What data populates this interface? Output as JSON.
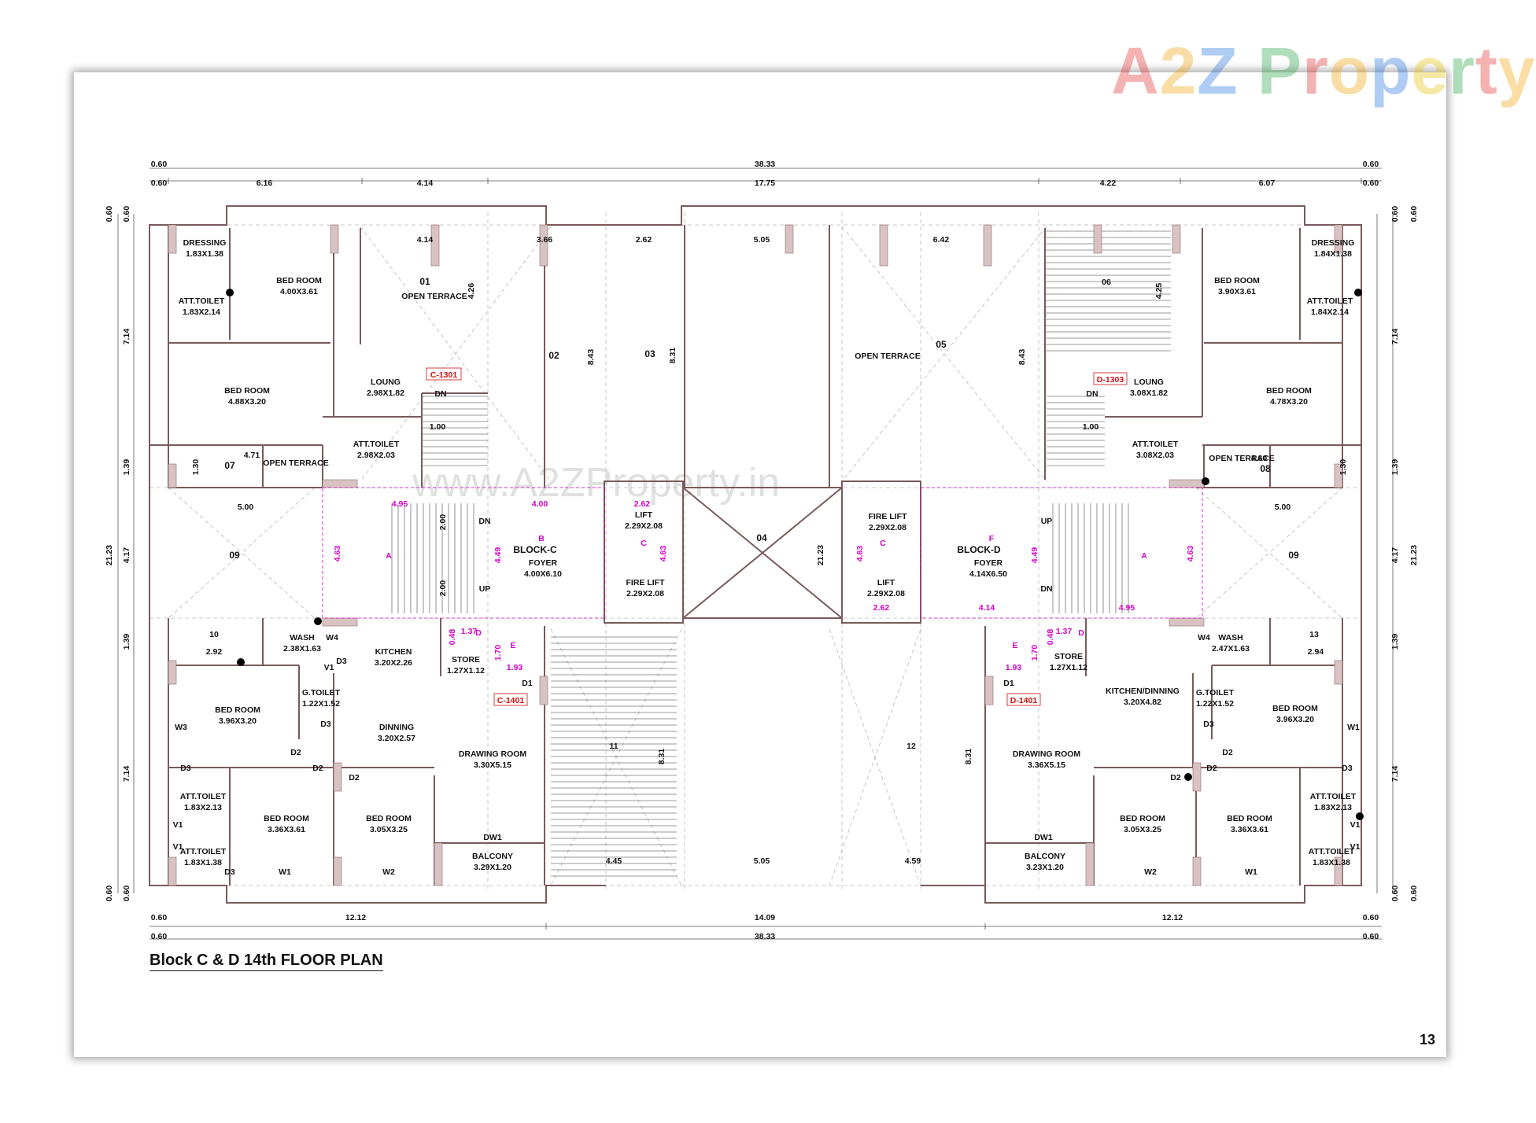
{
  "logo": {
    "text": "A2Z Property",
    "colors": [
      "#e02424",
      "#f0a000",
      "#1e6fe0",
      "#e8c000",
      "#20a040"
    ]
  },
  "watermark": "www.A2ZProperty.in",
  "caption": "Block C & D 14th FLOOR PLAN",
  "page_number": "13",
  "block_c": {
    "upper": [
      {
        "name": "DRESSING",
        "size": "1.83X1.38"
      },
      {
        "name": "BED ROOM",
        "size": "4.00X3.61"
      },
      {
        "name": "ATT.TOILET",
        "size": "1.83X2.14"
      },
      {
        "name": "OPEN TERRACE",
        "tag": "01"
      },
      {
        "name": "BED ROOM",
        "size": "4.88X3.20"
      },
      {
        "name": "LOUNG",
        "size": "2.98X1.82"
      },
      {
        "name": "ATT.TOILET",
        "size": "2.98X2.03"
      },
      {
        "name": "OPEN TERRACE",
        "tag": "07"
      }
    ],
    "unit_upper": "C-1301",
    "core": {
      "block": "BLOCK-C",
      "foyer": "FOYER",
      "foyer_size": "4.00X6.10",
      "lift": "LIFT",
      "lift_size": "2.29X2.08",
      "fire_lift": "FIRE LIFT",
      "fire_lift_size": "2.29X2.08"
    },
    "lower": [
      {
        "name": "WASH",
        "size": "2.38X1.63"
      },
      {
        "name": "KITCHEN",
        "size": "3.20X2.26"
      },
      {
        "name": "STORE",
        "size": "1.27X1.12"
      },
      {
        "name": "BED ROOM",
        "size": "3.96X3.20"
      },
      {
        "name": "G.TOILET",
        "size": "1.22X1.52"
      },
      {
        "name": "DINNING",
        "size": "3.20X2.57"
      },
      {
        "name": "DRAWING ROOM",
        "size": "3.30X5.15"
      },
      {
        "name": "ATT.TOILET",
        "size": "1.83X2.13"
      },
      {
        "name": "BED ROOM",
        "size": "3.36X3.61"
      },
      {
        "name": "BED ROOM",
        "size": "3.05X3.25"
      },
      {
        "name": "ATT.TOILET",
        "size": "1.83X1.38"
      },
      {
        "name": "BALCONY",
        "size": "3.29X1.20"
      }
    ],
    "unit_lower": "C-1401"
  },
  "block_d": {
    "upper": [
      {
        "name": "DRESSING",
        "size": "1.84X1.38"
      },
      {
        "name": "BED ROOM",
        "size": "3.90X3.61"
      },
      {
        "name": "ATT.TOILET",
        "size": "1.84X2.14"
      },
      {
        "name": "OPEN TERRACE",
        "tag": "05"
      },
      {
        "name": "LOUNG",
        "size": "3.08X1.82"
      },
      {
        "name": "BED ROOM",
        "size": "4.78X3.20"
      },
      {
        "name": "ATT.TOILET",
        "size": "3.08X2.03"
      },
      {
        "name": "OPEN TERRACE",
        "tag": "08"
      }
    ],
    "unit_upper": "D-1303",
    "core": {
      "block": "BLOCK-D",
      "foyer": "FOYER",
      "foyer_size": "4.14X6.50",
      "lift": "LIFT",
      "lift_size": "2.29X2.08",
      "fire_lift": "FIRE LIFT",
      "fire_lift_size": "2.29X2.08"
    },
    "lower": [
      {
        "name": "WASH",
        "size": "2.47X1.63"
      },
      {
        "name": "STORE",
        "size": "1.27X1.12"
      },
      {
        "name": "KITCHEN/DINNING",
        "size": "3.20X4.82"
      },
      {
        "name": "G.TOILET",
        "size": "1.22X1.52"
      },
      {
        "name": "BED ROOM",
        "size": "3.96X3.20"
      },
      {
        "name": "DRAWING ROOM",
        "size": "3.36X5.15"
      },
      {
        "name": "ATT.TOILET",
        "size": "1.83X2.13"
      },
      {
        "name": "BED ROOM",
        "size": "3.05X3.25"
      },
      {
        "name": "BED ROOM",
        "size": "3.36X3.61"
      },
      {
        "name": "ATT.TOILET",
        "size": "1.83X1.38"
      },
      {
        "name": "BALCONY",
        "size": "3.23X1.20"
      }
    ],
    "unit_lower": "D-1401"
  },
  "dims": {
    "top_overall": "38.33",
    "top_segments": [
      "0.60",
      "6.16",
      "4.14",
      "17.75",
      "4.22",
      "6.07",
      "0.60"
    ],
    "bottom_segments": [
      "0.60",
      "12.12",
      "14.09",
      "12.12",
      "0.60"
    ],
    "bottom_overall": "38.33",
    "left_segments": [
      "0.60",
      "7.14",
      "1.39",
      "4.17",
      "1.39",
      "7.14",
      "0.60"
    ],
    "left_overall": "21.23",
    "right_segments": [
      "0.60",
      "7.14",
      "1.39",
      "4.17",
      "1.39",
      "7.14",
      "0.60"
    ],
    "right_overall": "21.23",
    "inner": [
      "4.14",
      "3.66",
      "2.62",
      "5.05",
      "6.42",
      "4.26",
      "8.43",
      "8.31",
      "8.43",
      "4.25",
      "4.71",
      "1.30",
      "1.00",
      "5.00",
      "21.23",
      "8.31",
      "4.45",
      "5.05",
      "4.59",
      "8.31",
      "2.92",
      "2.94",
      "4.60",
      "1.30",
      "1.00",
      "5.00",
      "2.00",
      "2.00"
    ],
    "magenta": [
      "4.95",
      "4.00",
      "2.62",
      "4.63",
      "4.49",
      "4.63",
      "1.37",
      "0.48",
      "1.70",
      "1.93",
      "4.63",
      "4.49",
      "4.63",
      "2.62",
      "4.14",
      "4.95",
      "1.37",
      "0.48",
      "1.70",
      "1.93"
    ],
    "tags": [
      "02",
      "03",
      "04",
      "06",
      "09",
      "09",
      "10",
      "11",
      "12",
      "13"
    ],
    "magenta_letters": [
      "A",
      "B",
      "C",
      "D",
      "E",
      "A",
      "C",
      "D",
      "E",
      "F"
    ],
    "stair": [
      "DN",
      "UP",
      "DN",
      "UP",
      "DN",
      "UP"
    ]
  },
  "door_labels": [
    "D1",
    "D2",
    "D3",
    "W1",
    "W2",
    "W3",
    "W4",
    "V1",
    "DW1"
  ]
}
